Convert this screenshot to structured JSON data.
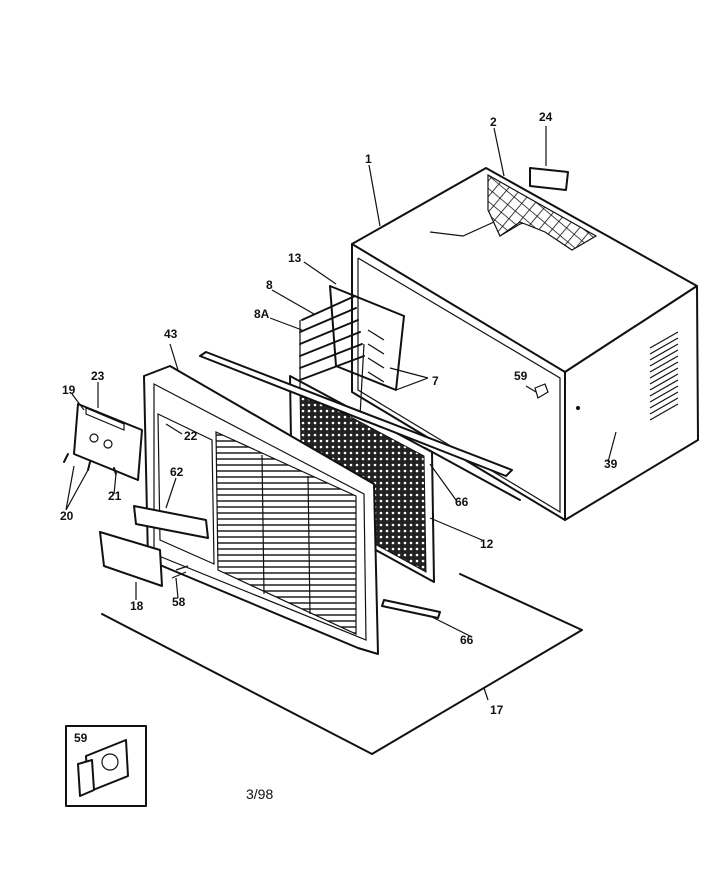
{
  "labels": {
    "l1": "1",
    "l2": "2",
    "l24": "24",
    "l13": "13",
    "l8": "8",
    "l8a": "8A",
    "l43": "43",
    "l7": "7",
    "l59": "59",
    "l19": "19",
    "l23": "23",
    "l22": "22",
    "l39": "39",
    "l62": "62",
    "l21": "21",
    "l66a": "66",
    "l20": "20",
    "l12": "12",
    "l58": "58",
    "l18": "18",
    "l66b": "66",
    "l17": "17",
    "l59inset": "59"
  },
  "footer": {
    "date": "3/98"
  }
}
